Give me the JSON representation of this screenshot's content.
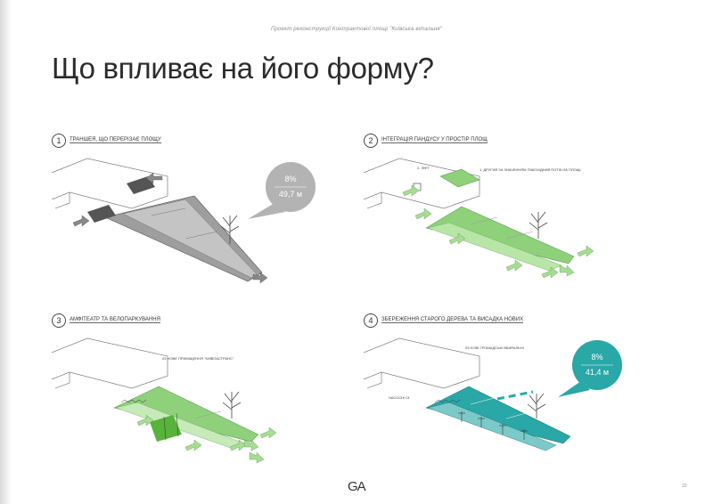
{
  "header": "Проект реконструкції Контрактової площі \"Київська вітальня\"",
  "title": "Що впливає на його форму?",
  "panels": [
    {
      "number": "1",
      "label": "Траншея, що перерізає площу",
      "bubble": {
        "percent": "8%",
        "length": "49,7 м",
        "color": "#b3b3b3"
      }
    },
    {
      "number": "2",
      "label": "Інтеграція пандусу у простір площ",
      "notes": {
        "lift": "2. ЛІФТ",
        "ramp": "1. ДРУГИЙ ЗА ЗНАЧЕННЯМ ПІШОХІДНИЙ ПОТІК НА ПЛОЩІ"
      }
    },
    {
      "number": "3",
      "label": "Амфітеатр та велопаркування",
      "notes": {
        "premises": "03 НОВЕ ПРИМІЩЕННЯ \"КИЇВПАСТРАНС\""
      }
    },
    {
      "number": "4",
      "label": "Збереження старого дерева та висадка нових",
      "notes": {
        "toilets": "03 НОВІ ГРОМАДСЬКІ ВБИРАЛЬНІ",
        "pumps": "НАСОСНІ 01"
      },
      "bubble": {
        "percent": "8%",
        "length": "41,4 м",
        "color": "#2aa7a7"
      }
    }
  ],
  "footer": {
    "logo": "GA",
    "page_number": "33"
  },
  "colors": {
    "green": "#8fd17a",
    "teal": "#2aa7a7",
    "gray": "#a8a8a8"
  }
}
